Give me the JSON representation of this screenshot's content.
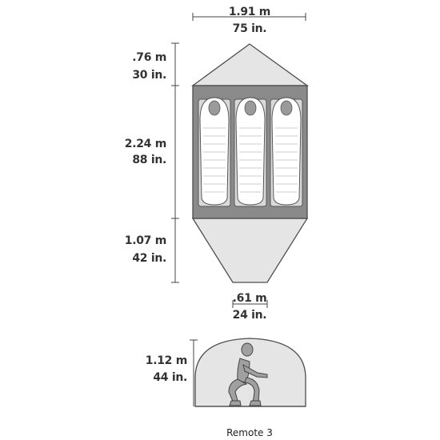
{
  "dimensions": {
    "width_total": {
      "metric": "1.91 m",
      "imperial": "75 in."
    },
    "vestibule_front": {
      "metric": ".76 m",
      "imperial": "30 in."
    },
    "floor_length": {
      "metric": "2.24 m",
      "imperial": "88 in."
    },
    "vestibule_rear": {
      "metric": "1.07 m",
      "imperial": "42 in."
    },
    "vestibule_tip": {
      "metric": ".61 m",
      "imperial": "24 in."
    },
    "peak_height": {
      "metric": "1.12 m",
      "imperial": "44 in."
    }
  },
  "product_name": "Remote 3",
  "colors": {
    "vestibule_fill": "#e5e5e5",
    "floor_fill": "#8a8a8a",
    "pad_fill": "#d9d9d9",
    "bag_fill": "#ffffff",
    "outline": "#4d4d4d",
    "figure_fill": "#a0a0a0"
  }
}
